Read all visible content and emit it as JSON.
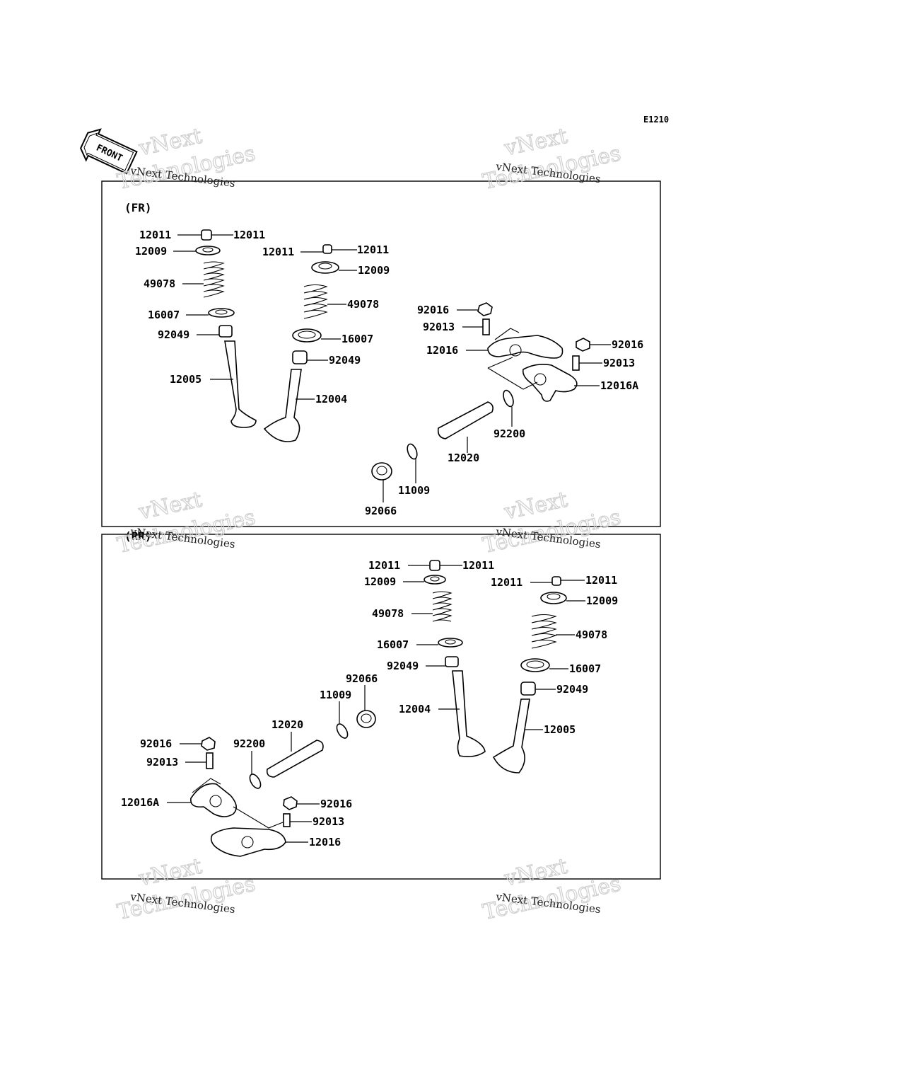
{
  "diagram_code": "E1210",
  "front_label": "FRONT",
  "watermark": {
    "line1": "vNext Technologies",
    "line2": "vNext",
    "line3": "Technologies"
  },
  "sections": [
    {
      "label": "(FR)",
      "parts": [
        {
          "id": "fr-12011-a",
          "number": "12011"
        },
        {
          "id": "fr-12011-b",
          "number": "12011"
        },
        {
          "id": "fr-12009-a",
          "number": "12009"
        },
        {
          "id": "fr-49078-a",
          "number": "49078"
        },
        {
          "id": "fr-16007-a",
          "number": "16007"
        },
        {
          "id": "fr-92049-a",
          "number": "92049"
        },
        {
          "id": "fr-12005",
          "number": "12005"
        },
        {
          "id": "fr-12011-c",
          "number": "12011"
        },
        {
          "id": "fr-12011-d",
          "number": "12011"
        },
        {
          "id": "fr-12009-b",
          "number": "12009"
        },
        {
          "id": "fr-49078-b",
          "number": "49078"
        },
        {
          "id": "fr-16007-b",
          "number": "16007"
        },
        {
          "id": "fr-92049-b",
          "number": "92049"
        },
        {
          "id": "fr-12004",
          "number": "12004"
        },
        {
          "id": "fr-92016-a",
          "number": "92016"
        },
        {
          "id": "fr-92013-a",
          "number": "92013"
        },
        {
          "id": "fr-12016",
          "number": "12016"
        },
        {
          "id": "fr-92016-b",
          "number": "92016"
        },
        {
          "id": "fr-92013-b",
          "number": "92013"
        },
        {
          "id": "fr-12016a",
          "number": "12016A"
        },
        {
          "id": "fr-92200",
          "number": "92200"
        },
        {
          "id": "fr-12020",
          "number": "12020"
        },
        {
          "id": "fr-11009",
          "number": "11009"
        },
        {
          "id": "fr-92066",
          "number": "92066"
        }
      ]
    },
    {
      "label": "(RR)",
      "parts": [
        {
          "id": "rr-12011-a",
          "number": "12011"
        },
        {
          "id": "rr-12011-b",
          "number": "12011"
        },
        {
          "id": "rr-12009-a",
          "number": "12009"
        },
        {
          "id": "rr-12011-c",
          "number": "12011"
        },
        {
          "id": "rr-12011-d",
          "number": "12011"
        },
        {
          "id": "rr-12009-b",
          "number": "12009"
        },
        {
          "id": "rr-49078-a",
          "number": "49078"
        },
        {
          "id": "rr-49078-b",
          "number": "49078"
        },
        {
          "id": "rr-16007-a",
          "number": "16007"
        },
        {
          "id": "rr-16007-b",
          "number": "16007"
        },
        {
          "id": "rr-92049-a",
          "number": "92049"
        },
        {
          "id": "rr-92049-b",
          "number": "92049"
        },
        {
          "id": "rr-92066",
          "number": "92066"
        },
        {
          "id": "rr-11009",
          "number": "11009"
        },
        {
          "id": "rr-12004",
          "number": "12004"
        },
        {
          "id": "rr-12020",
          "number": "12020"
        },
        {
          "id": "rr-12005",
          "number": "12005"
        },
        {
          "id": "rr-92016-a",
          "number": "92016"
        },
        {
          "id": "rr-92200",
          "number": "92200"
        },
        {
          "id": "rr-92013-a",
          "number": "92013"
        },
        {
          "id": "rr-12016a",
          "number": "12016A"
        },
        {
          "id": "rr-92016-b",
          "number": "92016"
        },
        {
          "id": "rr-92013-b",
          "number": "92013"
        },
        {
          "id": "rr-12016",
          "number": "12016"
        }
      ]
    }
  ]
}
